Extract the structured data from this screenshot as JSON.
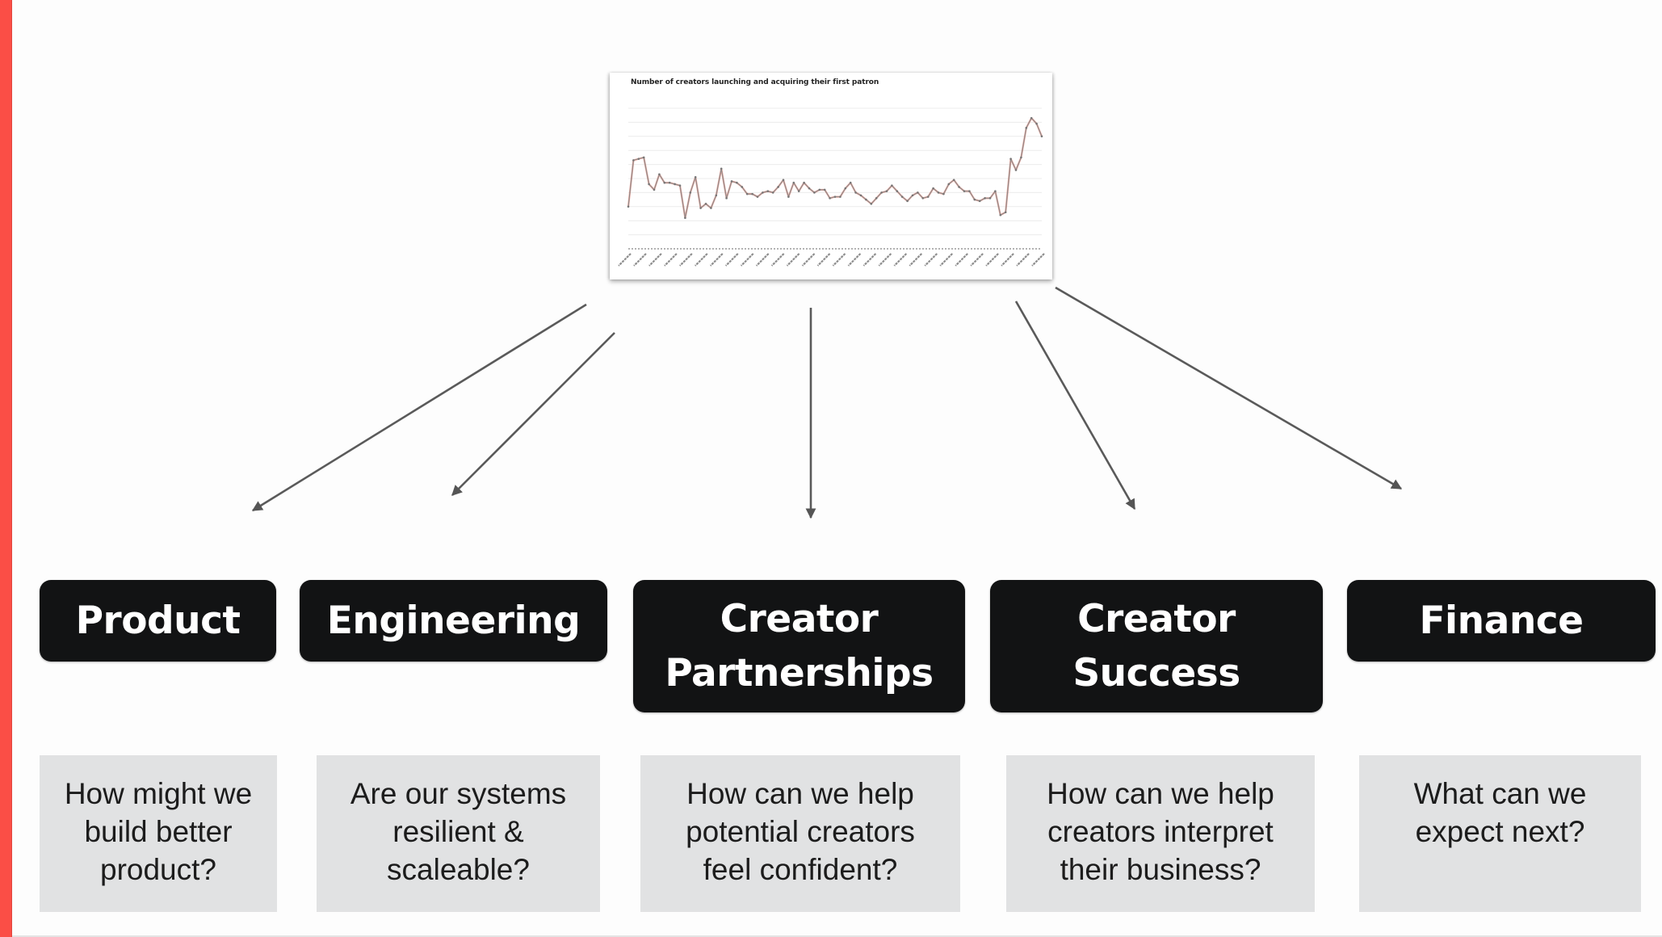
{
  "slide": {
    "accent_color": "#fb4e46",
    "background": "#fdfdfd"
  },
  "chart_data": {
    "type": "line",
    "title": "Number of creators launching and acquiring their first patron",
    "xlabel": "",
    "ylabel": "",
    "x_tick_count": 28,
    "x_tick_labels_note": "rotated date labels, illegible",
    "grid": true,
    "y_gridlines": 10,
    "ylim": [
      0,
      100
    ],
    "line_color": "#8a8a8a",
    "marker_color": "#e0604f",
    "values": [
      30,
      63,
      64,
      65,
      46,
      42,
      53,
      47,
      47,
      46,
      45,
      22,
      40,
      51,
      29,
      32,
      29,
      38,
      57,
      36,
      48,
      47,
      44,
      39,
      39,
      37,
      40,
      41,
      40,
      44,
      49,
      37,
      47,
      41,
      47,
      43,
      40,
      42,
      42,
      36,
      37,
      37,
      43,
      47,
      40,
      38,
      35,
      32,
      36,
      40,
      41,
      45,
      41,
      37,
      34,
      38,
      40,
      36,
      37,
      43,
      40,
      39,
      46,
      49,
      44,
      41,
      41,
      35,
      34,
      36,
      36,
      41,
      24,
      26,
      64,
      56,
      65,
      86,
      93,
      89,
      80
    ]
  },
  "departments": [
    {
      "id": "product",
      "lines": [
        "Product"
      ],
      "question": [
        "How might we",
        "build better",
        "product?"
      ]
    },
    {
      "id": "engineering",
      "lines": [
        "Engineering"
      ],
      "question": [
        "Are our systems",
        "resilient &",
        "scaleable?"
      ]
    },
    {
      "id": "creator-partnerships",
      "lines": [
        "Creator",
        "Partnerships"
      ],
      "question": [
        "How can we help",
        "potential creators",
        "feel confident?"
      ]
    },
    {
      "id": "creator-success",
      "lines": [
        "Creator",
        "Success"
      ],
      "question": [
        "How can we help",
        "creators interpret",
        "their business?"
      ]
    },
    {
      "id": "finance",
      "lines": [
        "Finance"
      ],
      "question": [
        "What can we",
        "expect next?"
      ]
    }
  ],
  "arrows": [
    {
      "to": "product",
      "color": "#5a5a5a"
    },
    {
      "to": "engineering",
      "color": "#5a5a5a"
    },
    {
      "to": "creator-partnerships",
      "color": "#5a5a5a"
    },
    {
      "to": "creator-success",
      "color": "#5a5a5a"
    },
    {
      "to": "finance",
      "color": "#5a5a5a"
    }
  ]
}
